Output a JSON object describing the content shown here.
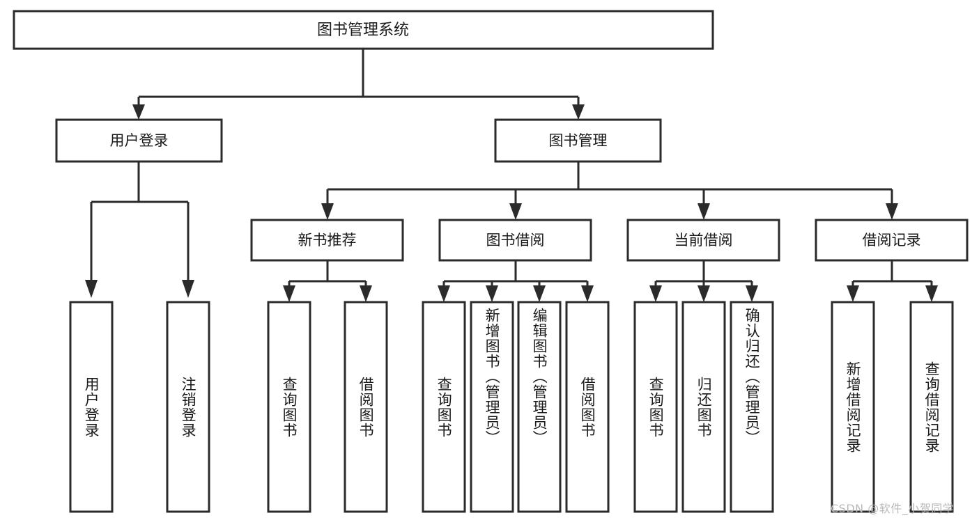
{
  "diagram": {
    "type": "tree-hierarchy",
    "title": "图书管理系统",
    "root": {
      "id": "root",
      "label": "图书管理系统",
      "orientation": "horizontal"
    },
    "level2": [
      {
        "id": "user-login",
        "label": "用户登录",
        "orientation": "horizontal"
      },
      {
        "id": "book-manage",
        "label": "图书管理",
        "orientation": "horizontal"
      }
    ],
    "level3": [
      {
        "id": "new-book-rec",
        "label": "新书推荐",
        "parent": "book-manage",
        "orientation": "horizontal"
      },
      {
        "id": "book-borrow",
        "label": "图书借阅",
        "parent": "book-manage",
        "orientation": "horizontal"
      },
      {
        "id": "current-borrow",
        "label": "当前借阅",
        "parent": "book-manage",
        "orientation": "horizontal"
      },
      {
        "id": "borrow-record",
        "label": "借阅记录",
        "parent": "book-manage",
        "orientation": "horizontal"
      }
    ],
    "leaves": [
      {
        "id": "leaf-user-login",
        "label": "用户登录",
        "parent": "user-login",
        "orientation": "vertical"
      },
      {
        "id": "leaf-user-logout",
        "label": "注销登录",
        "parent": "user-login",
        "orientation": "vertical"
      },
      {
        "id": "leaf-query-book-1",
        "label": "查询图书",
        "parent": "new-book-rec",
        "orientation": "vertical"
      },
      {
        "id": "leaf-borrow-book-1",
        "label": "借阅图书",
        "parent": "new-book-rec",
        "orientation": "vertical"
      },
      {
        "id": "leaf-query-book-2",
        "label": "查询图书",
        "parent": "book-borrow",
        "orientation": "vertical"
      },
      {
        "id": "leaf-add-book",
        "label": "新增图书（管理员）",
        "parent": "book-borrow",
        "orientation": "vertical"
      },
      {
        "id": "leaf-edit-book",
        "label": "编辑图书（管理员）",
        "parent": "book-borrow",
        "orientation": "vertical"
      },
      {
        "id": "leaf-borrow-book-2",
        "label": "借阅图书",
        "parent": "book-borrow",
        "orientation": "vertical"
      },
      {
        "id": "leaf-query-book-3",
        "label": "查询图书",
        "parent": "current-borrow",
        "orientation": "vertical"
      },
      {
        "id": "leaf-return-book",
        "label": "归还图书",
        "parent": "current-borrow",
        "orientation": "vertical"
      },
      {
        "id": "leaf-confirm-return",
        "label": "确认归还（管理员）",
        "parent": "current-borrow",
        "orientation": "vertical"
      },
      {
        "id": "leaf-add-record",
        "label": "新增借阅记录",
        "parent": "borrow-record",
        "orientation": "vertical"
      },
      {
        "id": "leaf-query-record",
        "label": "查询借阅记录",
        "parent": "borrow-record",
        "orientation": "vertical"
      }
    ],
    "colors": {
      "box_stroke": "#2b2b2b",
      "box_fill": "#ffffff",
      "text": "#1a1a1a",
      "background": "#ffffff",
      "watermark": "#b9b9b9"
    }
  },
  "watermark": {
    "text": "CSDN @软件_小贺同学"
  }
}
